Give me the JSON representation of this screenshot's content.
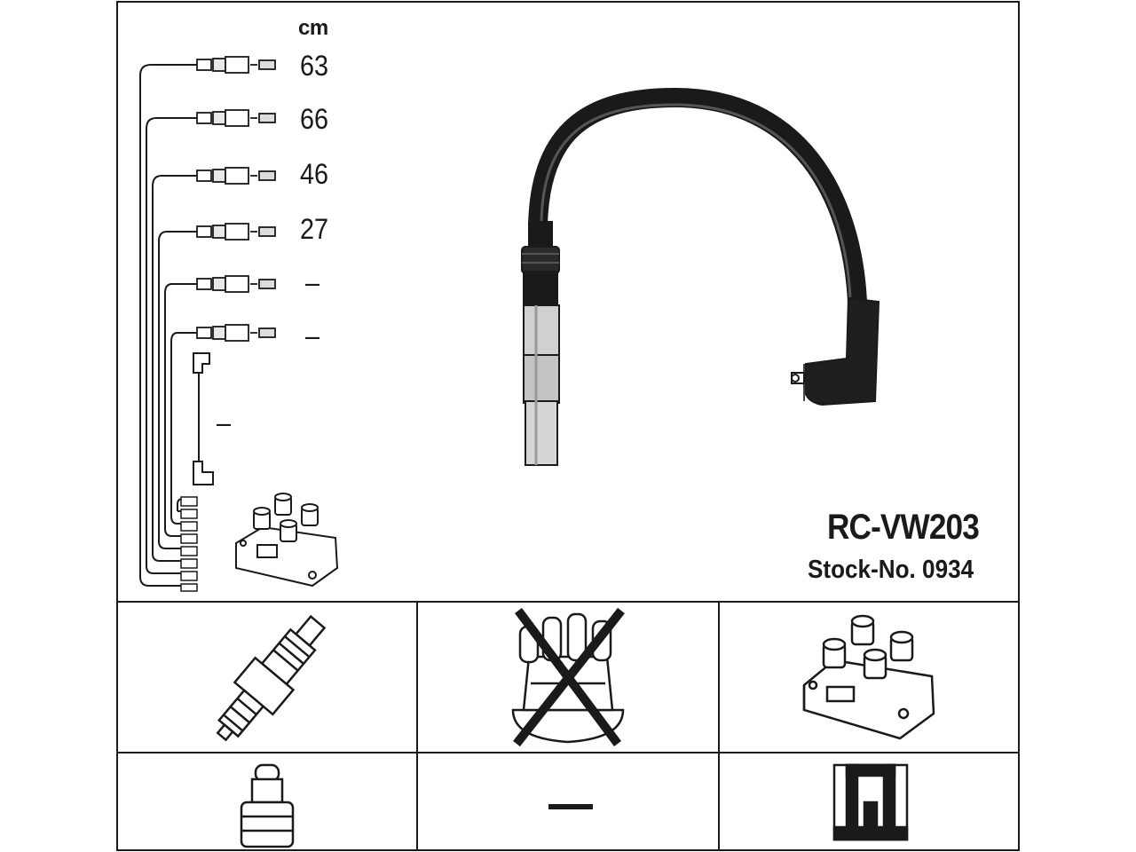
{
  "header": {
    "unit_label": "cm"
  },
  "cable_set": {
    "lengths": [
      {
        "value": "63"
      },
      {
        "value": "66"
      },
      {
        "value": "46"
      },
      {
        "value": "27"
      },
      {
        "value": "–"
      },
      {
        "value": "–"
      }
    ],
    "coil_lead_length": "–"
  },
  "product": {
    "model": "RC-VW203",
    "stock_number": "Stock-No. 0934"
  },
  "compatibility": {
    "spark_plug": {
      "icon": "spark-plug-icon"
    },
    "distributor_cap": {
      "icon": "distributor-cap-crossed-icon"
    },
    "ignition_coil": {
      "icon": "ignition-coil-icon"
    },
    "plug_connector": {
      "icon": "plug-terminal-icon"
    },
    "none_value": "—",
    "coil_connector": {
      "icon": "coil-terminal-icon"
    }
  },
  "colors": {
    "ink": "#1a1a1a",
    "metal": "#c8c8c8"
  }
}
